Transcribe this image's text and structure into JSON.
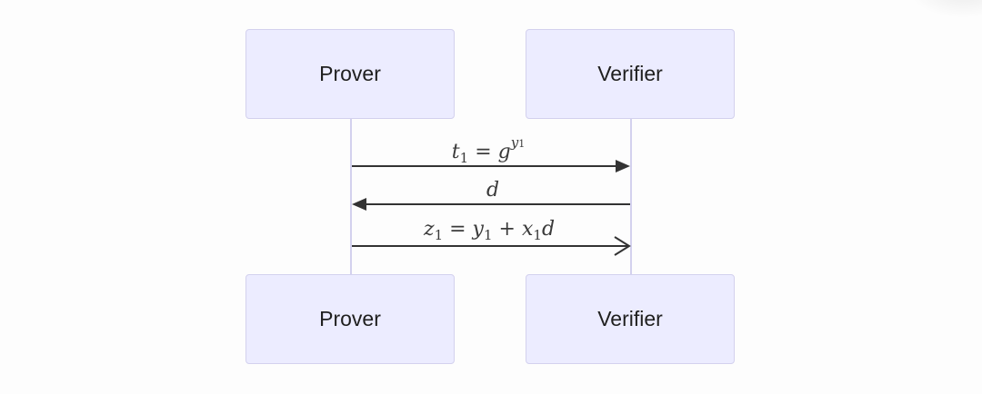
{
  "participants": {
    "prover": "Prover",
    "verifier": "Verifier"
  },
  "messages": [
    {
      "from": "Prover",
      "to": "Verifier",
      "parts": {
        "t": "t",
        "t_sub": "1",
        "eq": "=",
        "g": "g",
        "y": "y",
        "y_sub": "1"
      },
      "arrowhead": "filled"
    },
    {
      "from": "Verifier",
      "to": "Prover",
      "parts": {
        "d": "d"
      },
      "arrowhead": "filled"
    },
    {
      "from": "Prover",
      "to": "Verifier",
      "parts": {
        "z": "z",
        "z_sub": "1",
        "eq": "=",
        "y": "y",
        "y_sub": "1",
        "plus": "+",
        "x": "x",
        "x_sub": "1",
        "d": "d"
      },
      "arrowhead": "open"
    }
  ],
  "colors": {
    "actor_fill": "#ececff",
    "actor_border": "#d3d1ee",
    "lifeline": "#d3d1ee",
    "arrow": "#333333"
  }
}
